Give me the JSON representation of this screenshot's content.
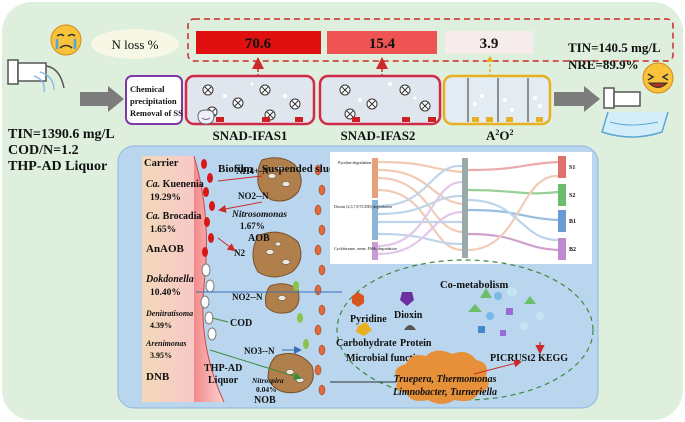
{
  "header": {
    "n_loss_label": "N loss %",
    "bars": [
      {
        "value": "70.6",
        "color": "#e01010"
      },
      {
        "value": "15.4",
        "color": "#ee5454"
      },
      {
        "value": "3.9",
        "color": "#f6ecec"
      }
    ]
  },
  "influent": {
    "tin": "TIN=1390.6 mg/L",
    "cod_n": "COD/N=1.2",
    "liquor": "THP-AD Liquor"
  },
  "effluent": {
    "tin": "TIN=140.5 mg/L",
    "nre": "NRE=89.9%"
  },
  "process": {
    "chem_line1": "Chemical",
    "chem_line2": "precipitation",
    "chem_line3": "Removal of SS",
    "ifas1": "SNAD-IFAS1",
    "ifas2": "SNAD-IFAS2",
    "a2o_prefix": "A",
    "a2o_sup": "2",
    "a2o_suffix": "O",
    "a2o_sup2": "2"
  },
  "biofilm_panel": {
    "biofilm": "Biofilm",
    "suspended_sludge": "Suspended sludge",
    "carrier": "Carrier",
    "kuenenia_genus": "Ca.",
    "kuenenia_name": "Kuenenia",
    "kuenenia_pct": "19.29%",
    "brocadia_genus": "Ca.",
    "brocadia_name": "Brocadia",
    "brocadia_pct": "1.65%",
    "anaob": "AnAOB",
    "dokdonella": "Dokdonella",
    "dokdonella_pct": "10.40%",
    "denitratisoma": "Denitratisoma",
    "denitratisoma_pct": "4.39%",
    "arenimonas": "Arenimonas",
    "arenimonas_pct": "3.95%",
    "dnb": "DNB",
    "nh4": "NH4+-N",
    "no2_top": "NO2--N",
    "nitrosomonas": "Nitrosomonas",
    "nitrosomonas_pct": "1.67%",
    "aob": "AOB",
    "n2": "N2",
    "no2_mid": "NO2--N",
    "cod": "COD",
    "no3": "NO3--N",
    "thp_ad_1": "THP-AD",
    "thp_ad_2": "Liquor",
    "nitrospira": "Nitrospira",
    "nitrospira_pct": "0.04%",
    "nob": "NOB"
  },
  "sankey": {
    "categories": [
      "Pyridine degradation",
      "Dioxin (2,3,7,8-TCDD) degradation",
      "Cyclohexane, arene, PAHs degradation"
    ],
    "samples": [
      "S1",
      "S2",
      "B1",
      "B2"
    ]
  },
  "function_panel": {
    "co_metabolism": "Co-metabolism",
    "pyridine": "Pyridine",
    "dioxin": "Dioxin",
    "carbohydrate": "Carbohydrate",
    "protein": "Protein",
    "microbial_function": "Microbial function",
    "picrust": "PICRUSt2 KEGG",
    "genera_line1": "Truepera, Thermomonas",
    "genera_line2": "Limnobacter, Turneriella"
  }
}
